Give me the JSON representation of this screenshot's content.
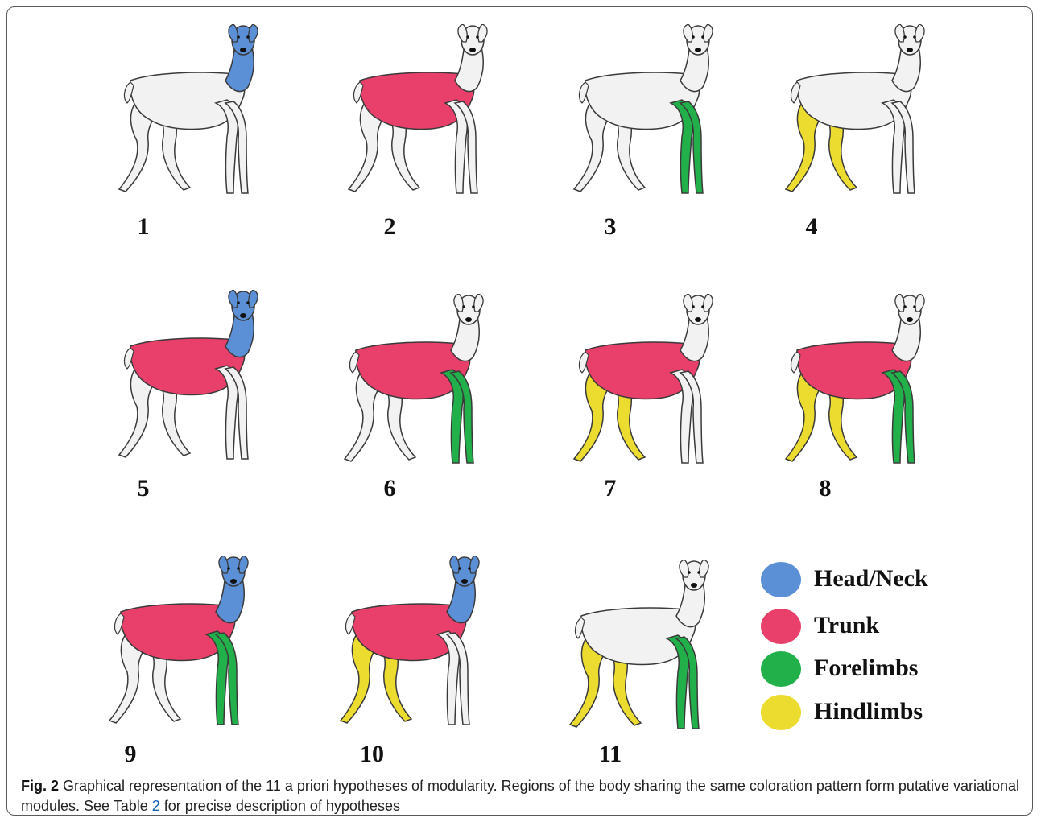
{
  "colors": {
    "head_neck": "#5b8fd6",
    "trunk": "#e8406a",
    "forelimbs": "#22b04a",
    "hindlimbs": "#ecdc30",
    "uncolored": "#f2f2f2",
    "outline": "#3a3a3a"
  },
  "panels": [
    {
      "number": "1",
      "head": "head_neck",
      "trunk": null,
      "fore": null,
      "hind": null
    },
    {
      "number": "2",
      "head": null,
      "trunk": "trunk",
      "fore": null,
      "hind": null
    },
    {
      "number": "3",
      "head": null,
      "trunk": null,
      "fore": "forelimbs",
      "hind": null
    },
    {
      "number": "4",
      "head": null,
      "trunk": null,
      "fore": null,
      "hind": "hindlimbs"
    },
    {
      "number": "5",
      "head": "head_neck",
      "trunk": "trunk",
      "fore": null,
      "hind": null
    },
    {
      "number": "6",
      "head": null,
      "trunk": "trunk",
      "fore": "forelimbs",
      "hind": null
    },
    {
      "number": "7",
      "head": null,
      "trunk": "trunk",
      "fore": null,
      "hind": "hindlimbs"
    },
    {
      "number": "8",
      "head": null,
      "trunk": "trunk",
      "fore": "forelimbs",
      "hind": "hindlimbs"
    },
    {
      "number": "9",
      "head": "head_neck",
      "trunk": "trunk",
      "fore": "forelimbs",
      "hind": null
    },
    {
      "number": "10",
      "head": "head_neck",
      "trunk": "trunk",
      "fore": null,
      "hind": "hindlimbs"
    },
    {
      "number": "11",
      "head": null,
      "trunk": null,
      "fore": "forelimbs",
      "hind": "hindlimbs"
    }
  ],
  "legend": [
    {
      "label": "Head/Neck",
      "color_key": "head_neck"
    },
    {
      "label": "Trunk",
      "color_key": "trunk"
    },
    {
      "label": "Forelimbs",
      "color_key": "forelimbs"
    },
    {
      "label": "Hindlimbs",
      "color_key": "hindlimbs"
    }
  ],
  "caption": {
    "fig_label": "Fig. 2",
    "text_before_link": " Graphical representation of the 11 a priori hypotheses of modularity. Regions of the body sharing the same coloration pattern form putative variational modules. See Table ",
    "link_text": "2",
    "text_after_link": " for precise description of hypotheses"
  }
}
